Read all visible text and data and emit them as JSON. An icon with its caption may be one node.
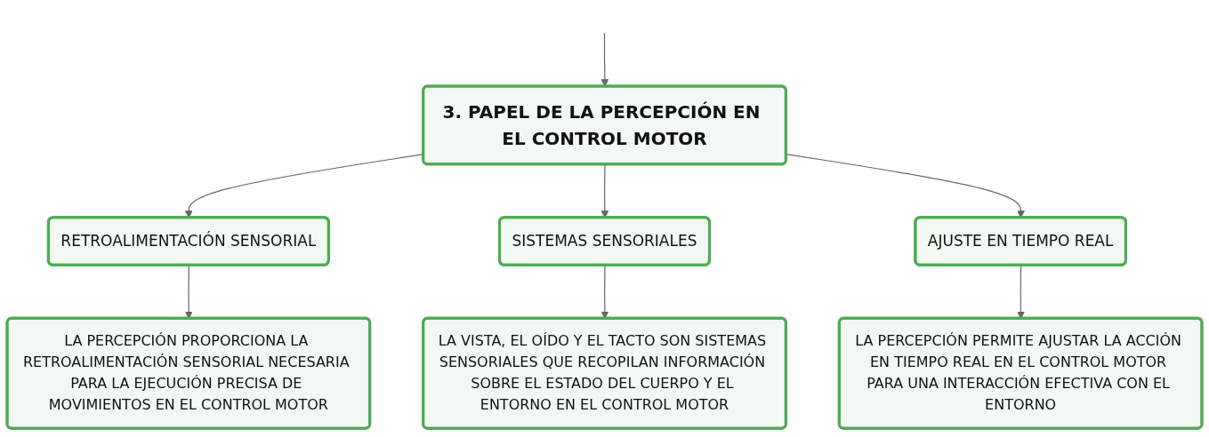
{
  "diagram": {
    "nodes": [
      {
        "text": [
          "3. PAPEL DE LA PERCEPCIÓN EN EL CONTROL MOTOR"
        ]
      },
      {
        "text": [
          "RETROALIMENTACIÓN SENSORIAL"
        ]
      },
      {
        "text": [
          "SISTEMAS SENSORIALES"
        ]
      },
      {
        "text": [
          "AJUSTE EN TIEMPO REAL"
        ]
      },
      {
        "text": [
          "LA PERCEPCIÓN PROPORCIONA LA RETROALIMENTACIÓN SENSORIAL NECESARIA PARA LA EJECUCIÓN PRECISA DE MOVIMIENTOS EN EL CONTROL MOTOR"
        ]
      },
      {
        "text": [
          "LA VISTA, EL OÍDO Y EL TACTO SON SISTEMAS SENSORIALES QUE RECOPILAN INFORMACIÓN SOBRE EL ESTADO DEL CUERPO Y EL ENTORNO EN EL CONTROL MOTOR"
        ]
      },
      {
        "text": [
          "LA PERCEPCIÓN PERMITE AJUSTAR LA ACCIÓN EN TIEMPO REAL EN EL CONTROL MOTOR PARA UNA INTERACCIÓN EFECTIVA CON EL ENTORNO"
        ]
      }
    ],
    "edges": [
      {
        "from": null,
        "to": 0,
        "arrow": "to"
      },
      {
        "from": 0,
        "to": 1,
        "arrow": "to"
      },
      {
        "from": 0,
        "to": 2,
        "arrow": "to"
      },
      {
        "from": 0,
        "to": 3,
        "arrow": "to"
      },
      {
        "from": 1,
        "to": 4,
        "arrow": "to"
      },
      {
        "from": 2,
        "to": 5,
        "arrow": "to"
      },
      {
        "from": 3,
        "to": 6,
        "arrow": "to"
      }
    ]
  }
}
